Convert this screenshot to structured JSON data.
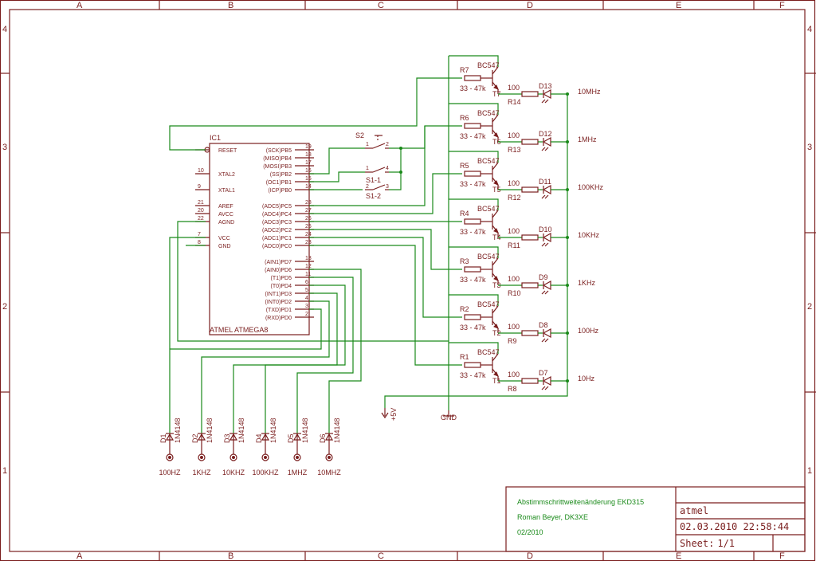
{
  "frame": {
    "columns": [
      "A",
      "B",
      "C",
      "D",
      "E",
      "F"
    ],
    "rows": [
      "4",
      "3",
      "2",
      "1"
    ]
  },
  "ic": {
    "ref": "IC1",
    "name": "ATMEL ATMEGA8",
    "left_pins": [
      {
        "num": "",
        "name": "RESET"
      },
      {
        "num": "10",
        "name": "XTAL2"
      },
      {
        "num": "9",
        "name": "XTAL1"
      },
      {
        "num": "21",
        "name": "AREF"
      },
      {
        "num": "20",
        "name": "AVCC"
      },
      {
        "num": "22",
        "name": "AGND"
      },
      {
        "num": "7",
        "name": "VCC"
      },
      {
        "num": "8",
        "name": "GND"
      }
    ],
    "right_pins": [
      {
        "num": "19",
        "name": "(SCK)PB5"
      },
      {
        "num": "18",
        "name": "(MISO)PB4"
      },
      {
        "num": "17",
        "name": "(MOSI)PB3"
      },
      {
        "num": "16",
        "name": "(SS)PB2"
      },
      {
        "num": "15",
        "name": "(OC1)PB1"
      },
      {
        "num": "14",
        "name": "(ICP)PB0"
      },
      {
        "num": "28",
        "name": "(ADC5)PC5"
      },
      {
        "num": "27",
        "name": "(ADC4)PC4"
      },
      {
        "num": "26",
        "name": "(ADC3)PC3"
      },
      {
        "num": "25",
        "name": "(ADC2)PC2"
      },
      {
        "num": "24",
        "name": "(ADC1)PC1"
      },
      {
        "num": "23",
        "name": "(ADC0)PC0"
      },
      {
        "num": "13",
        "name": "(AIN1)PD7"
      },
      {
        "num": "12",
        "name": "(AIN0)PD6"
      },
      {
        "num": "11",
        "name": "(T1)PD5"
      },
      {
        "num": "6",
        "name": "(T0)PD4"
      },
      {
        "num": "5",
        "name": "(INT1)PD3"
      },
      {
        "num": "4",
        "name": "(INT0)PD2"
      },
      {
        "num": "3",
        "name": "(TXD)PD1"
      },
      {
        "num": "2",
        "name": "(RXD)PD0"
      }
    ]
  },
  "switches": {
    "s2": {
      "ref": "S2",
      "pin1": "1",
      "pin2": "2"
    },
    "s1_1": {
      "ref": "S1-1",
      "pin1": "1",
      "pin2": "4"
    },
    "s1_2": {
      "ref": "S1-2",
      "pin1": "2",
      "pin2": "3"
    }
  },
  "stages": [
    {
      "rb": "R7",
      "rb_val": "33 - 47k",
      "trans": "BC547",
      "tref": "T7",
      "rl": "R14",
      "rl_val": "100",
      "led": "D13",
      "freq": "10MHz"
    },
    {
      "rb": "R6",
      "rb_val": "33 - 47k",
      "trans": "BC547",
      "tref": "T6",
      "rl": "R13",
      "rl_val": "100",
      "led": "D12",
      "freq": "1MHz"
    },
    {
      "rb": "R5",
      "rb_val": "33 - 47k",
      "trans": "BC547",
      "tref": "T5",
      "rl": "R12",
      "rl_val": "100",
      "led": "D11",
      "freq": "100KHz"
    },
    {
      "rb": "R4",
      "rb_val": "33 - 47k",
      "trans": "BC547",
      "tref": "T4",
      "rl": "R11",
      "rl_val": "100",
      "led": "D10",
      "freq": "10KHz"
    },
    {
      "rb": "R3",
      "rb_val": "33 - 47k",
      "trans": "BC547",
      "tref": "T3",
      "rl": "R10",
      "rl_val": "100",
      "led": "D9",
      "freq": "1KHz"
    },
    {
      "rb": "R2",
      "rb_val": "33 - 47k",
      "trans": "BC547",
      "tref": "T2",
      "rl": "R9",
      "rl_val": "100",
      "led": "D8",
      "freq": "100Hz"
    },
    {
      "rb": "R1",
      "rb_val": "33 - 47k",
      "trans": "BC547",
      "tref": "T1",
      "rl": "R8",
      "rl_val": "100",
      "led": "D7",
      "freq": "10Hz"
    }
  ],
  "diodes": [
    {
      "ref": "D1",
      "type": "1N4148",
      "out": "100HZ"
    },
    {
      "ref": "D2",
      "type": "1N4148",
      "out": "1KHZ"
    },
    {
      "ref": "D3",
      "type": "1N4148",
      "out": "10KHZ"
    },
    {
      "ref": "D4",
      "type": "1N4148",
      "out": "100KHZ"
    },
    {
      "ref": "D5",
      "type": "1N4148",
      "out": "1MHZ"
    },
    {
      "ref": "D6",
      "type": "1N4148",
      "out": "10MHZ"
    }
  ],
  "supply": {
    "vcc": "+5V",
    "gnd": "GND"
  },
  "title_block": {
    "title": "Abstimmschrittweitenänderung EKD315",
    "author": "Roman Beyer, DK3XE",
    "date": "02/2010",
    "project": "atmel",
    "timestamp": "02.03.2010 22:58:44",
    "sheet_label": "Sheet:",
    "sheet_value": "1/1"
  }
}
